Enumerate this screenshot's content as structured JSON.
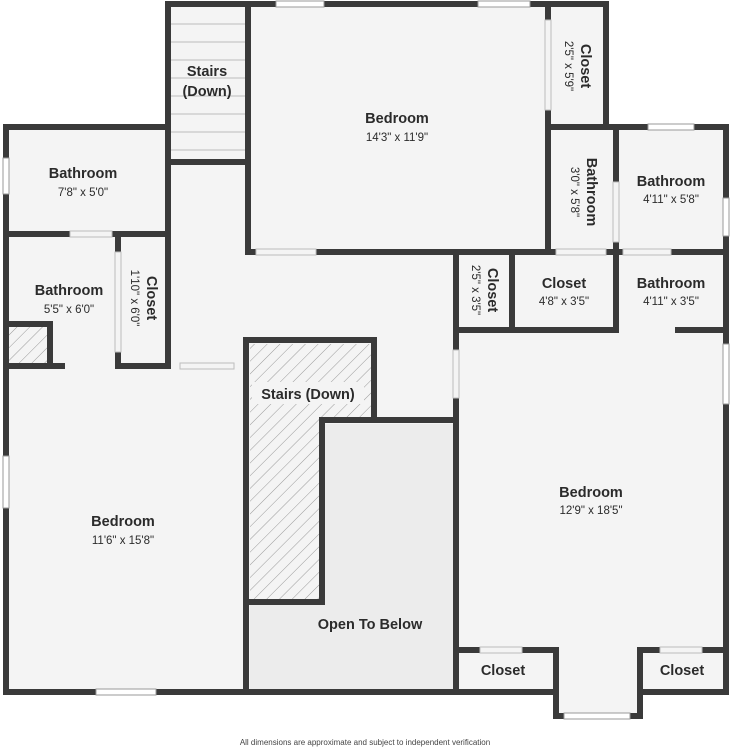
{
  "rooms": {
    "bedroom_top": {
      "name": "Bedroom",
      "dims": "14'3\" x 11'9\""
    },
    "closet_top_right": {
      "name": "Closet",
      "dims": "2'5\" x 5'9\""
    },
    "stairs_top": {
      "name_line1": "Stairs",
      "name_line2": "(Down)"
    },
    "bathroom_upper_left": {
      "name": "Bathroom",
      "dims": "7'8\" x 5'0\""
    },
    "bathroom_center": {
      "name": "Bathroom",
      "dims": "3'0\" x 5'8\""
    },
    "bathroom_upper_right": {
      "name": "Bathroom",
      "dims": "4'11\" x 5'8\""
    },
    "bathroom_mid_left": {
      "name": "Bathroom",
      "dims": "5'5\" x 6'0\""
    },
    "closet_mid_left": {
      "name": "Closet",
      "dims": "1'10\" x 6'0\""
    },
    "closet_small_center": {
      "name": "Closet",
      "dims": "2'5\" x 3'5\""
    },
    "closet_center_right": {
      "name": "Closet",
      "dims": "4'8\" x 3'5\""
    },
    "bathroom_lower_right": {
      "name": "Bathroom",
      "dims": "4'11\" x 3'5\""
    },
    "stairs_middle": {
      "name": "Stairs (Down)"
    },
    "bedroom_left": {
      "name": "Bedroom",
      "dims": "11'6\" x 15'8\""
    },
    "open_to_below": {
      "name": "Open To Below"
    },
    "bedroom_right": {
      "name": "Bedroom",
      "dims": "12'9\" x 18'5\""
    },
    "closet_bottom_left": {
      "name": "Closet"
    },
    "closet_bottom_right": {
      "name": "Closet"
    }
  },
  "footer": {
    "disclaimer": "All dimensions are approximate and subject to independent verification"
  },
  "colors": {
    "wall": "#3a3a3a",
    "floor": "#f4f4f4",
    "open_area": "#ececec",
    "window": "#ffffff"
  }
}
